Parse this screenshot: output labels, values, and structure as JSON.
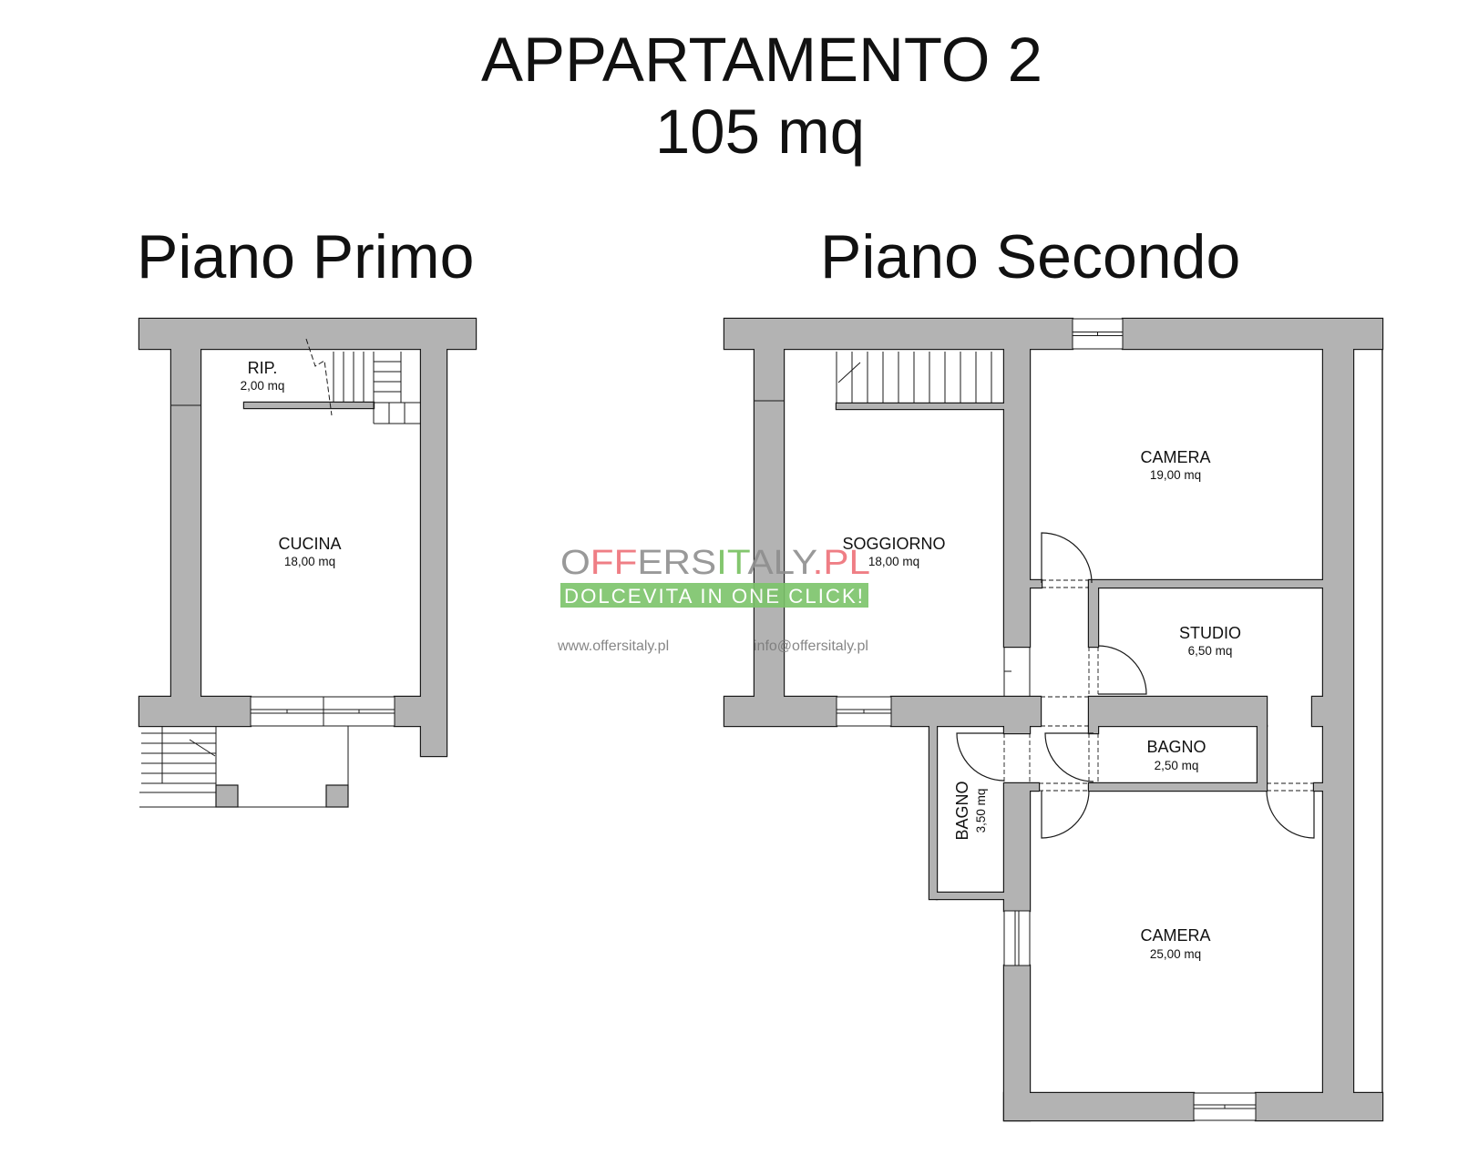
{
  "title": "APPARTAMENTO 2",
  "total_area": "105 mq",
  "floors": [
    {
      "label": "Piano Primo",
      "rooms": [
        {
          "name": "RIP.",
          "area": "2,00 mq"
        },
        {
          "name": "CUCINA",
          "area": "18,00 mq"
        }
      ]
    },
    {
      "label": "Piano Secondo",
      "rooms": [
        {
          "name": "SOGGIORNO",
          "area": "18,00 mq"
        },
        {
          "name": "CAMERA",
          "area": "19,00 mq"
        },
        {
          "name": "STUDIO",
          "area": "6,50 mq"
        },
        {
          "name": "BAGNO",
          "area": "2,50 mq"
        },
        {
          "name": "BAGNO",
          "area": "3,50 mq"
        },
        {
          "name": "CAMERA",
          "area": "25,00 mq"
        }
      ]
    }
  ],
  "watermark": {
    "brand": [
      {
        "text": "O",
        "color": "#8e8e8e"
      },
      {
        "text": "FF",
        "color": "#ee7178"
      },
      {
        "text": "ERS",
        "color": "#8e8e8e"
      },
      {
        "text": "IT",
        "color": "#76c05f"
      },
      {
        "text": "ALY",
        "color": "#8e8e8e"
      },
      {
        "text": ".PL",
        "color": "#ee7178"
      }
    ],
    "tagline": "DOLCEVITA IN ONE CLICK!",
    "tagline_bg": "#7cc46a",
    "website": "www.offersitaly.pl",
    "email": "info@offersitaly.pl"
  },
  "colors": {
    "wall": "#b3b3b3",
    "line": "#1a1a1a"
  }
}
